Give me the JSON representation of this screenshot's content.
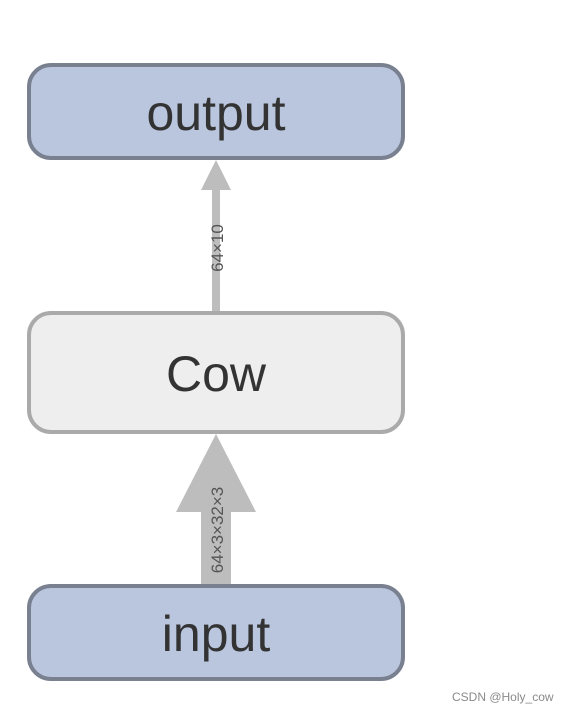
{
  "nodes": {
    "output": {
      "label": "output",
      "fill": "#bac6de",
      "stroke": "#79808f"
    },
    "cow": {
      "label": "Cow",
      "fill": "#eeeeee",
      "stroke": "#aaaaaa"
    },
    "input": {
      "label": "input",
      "fill": "#bac6de",
      "stroke": "#79808f"
    }
  },
  "edges": {
    "input_to_cow": {
      "label": "64×3×32×3",
      "color": "#bdbdbd"
    },
    "cow_to_output": {
      "label": "64×10",
      "color": "#bdbdbd"
    }
  },
  "watermark": {
    "text": "CSDN @Holy_cow"
  }
}
